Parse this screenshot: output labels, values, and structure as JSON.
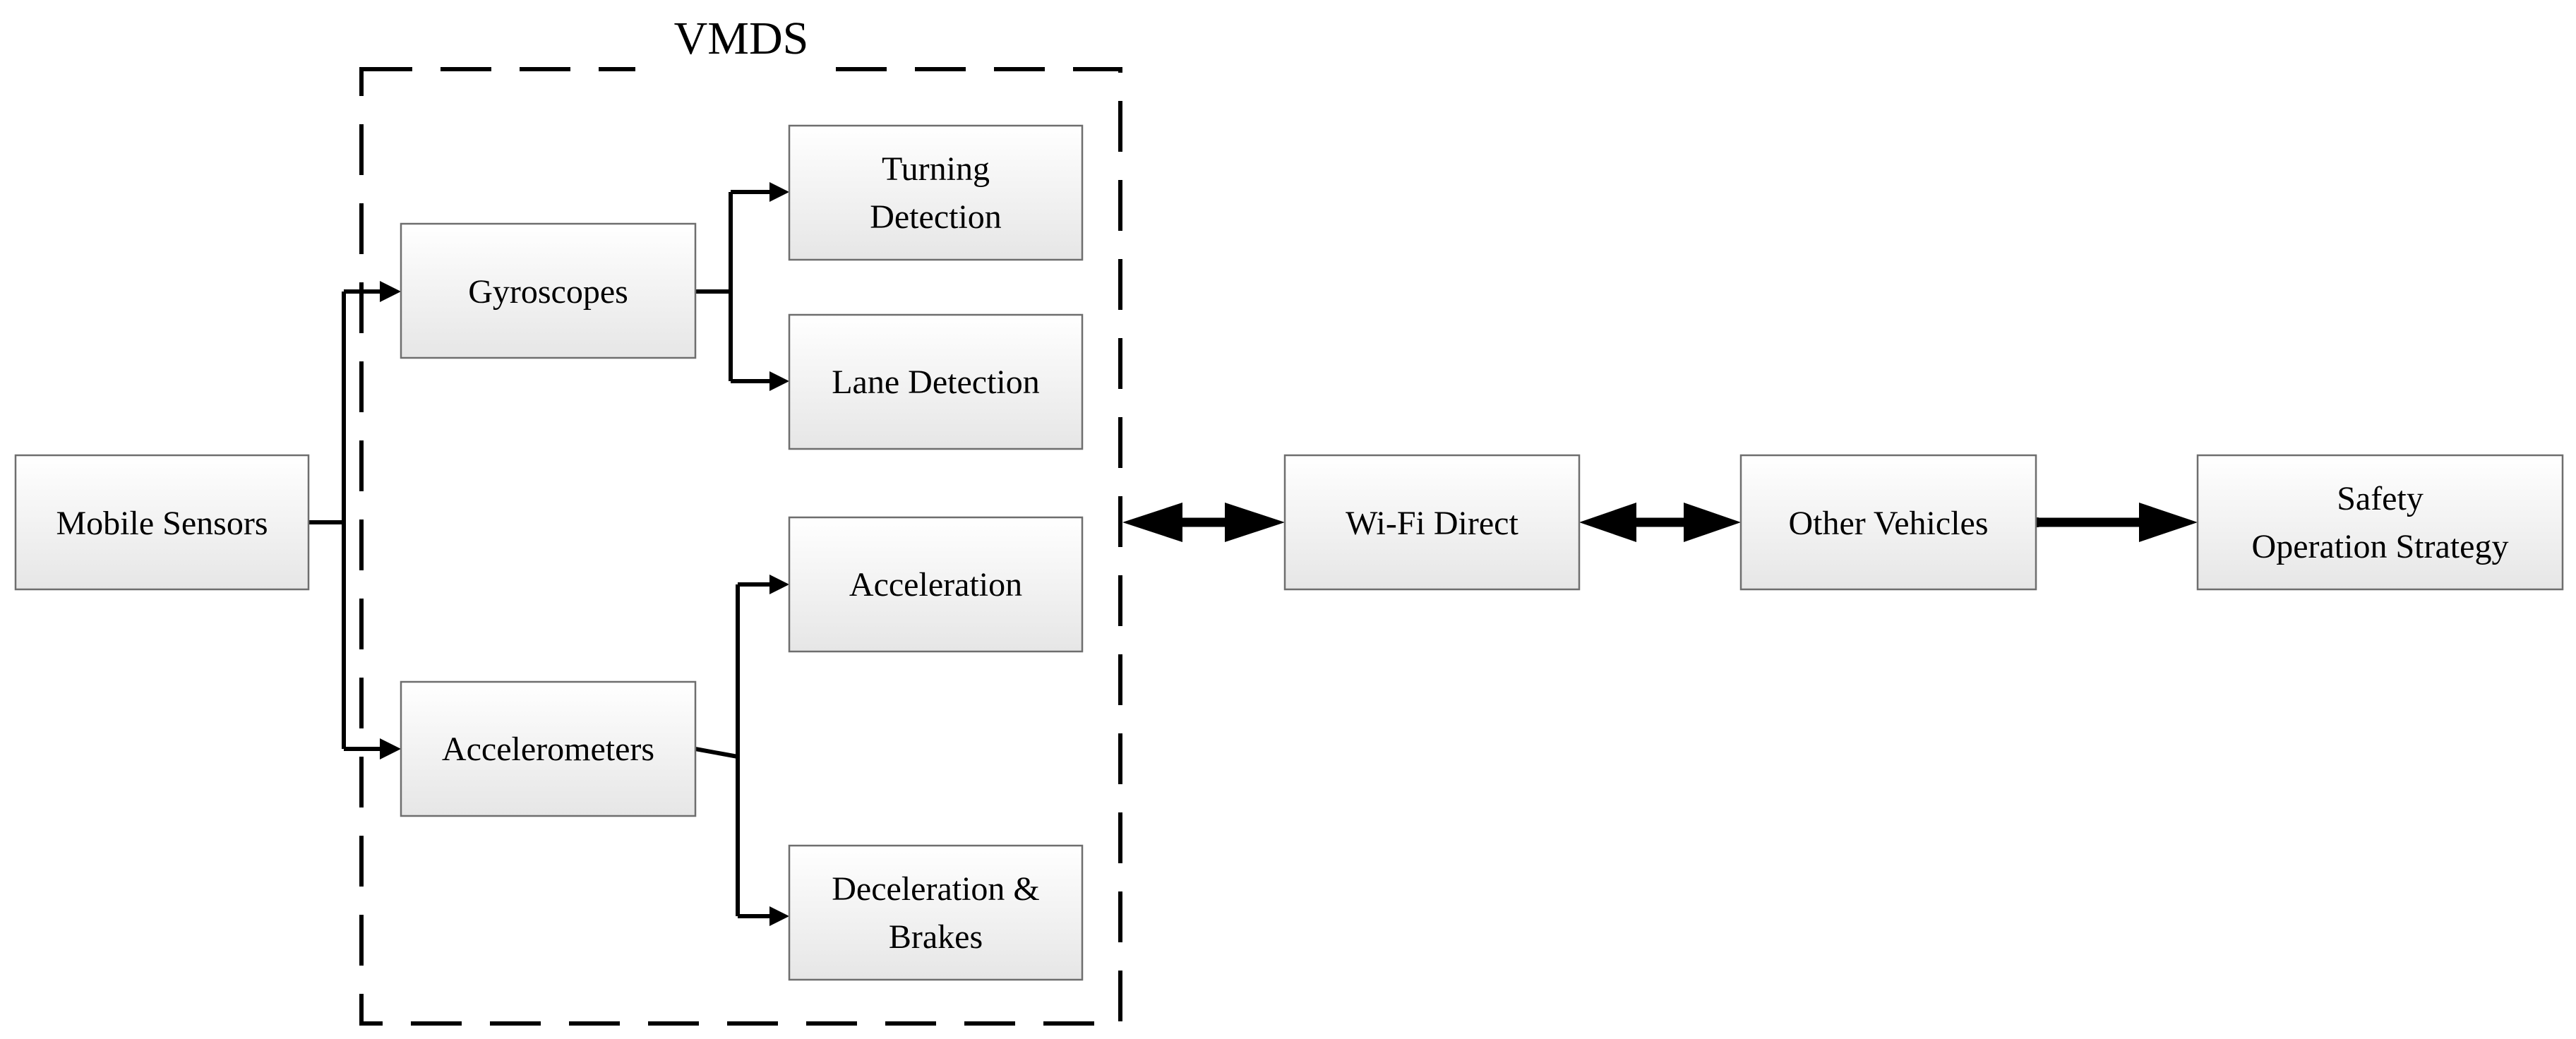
{
  "diagram": {
    "group_title": "VMDS",
    "nodes": {
      "mobile_sensors": {
        "lines": [
          "Mobile Sensors"
        ]
      },
      "gyroscopes": {
        "lines": [
          "Gyroscopes"
        ]
      },
      "accelerometers": {
        "lines": [
          "Accelerometers"
        ]
      },
      "turning_detection": {
        "lines": [
          "Turning",
          "Detection"
        ]
      },
      "lane_detection": {
        "lines": [
          "Lane Detection"
        ]
      },
      "acceleration": {
        "lines": [
          "Acceleration"
        ]
      },
      "deceleration_brakes": {
        "lines": [
          "Deceleration &",
          "Brakes"
        ]
      },
      "wifi_direct": {
        "lines": [
          "Wi-Fi Direct"
        ]
      },
      "other_vehicles": {
        "lines": [
          "Other Vehicles"
        ]
      },
      "safety_strategy": {
        "lines": [
          "Safety",
          "Operation Strategy"
        ]
      }
    }
  }
}
